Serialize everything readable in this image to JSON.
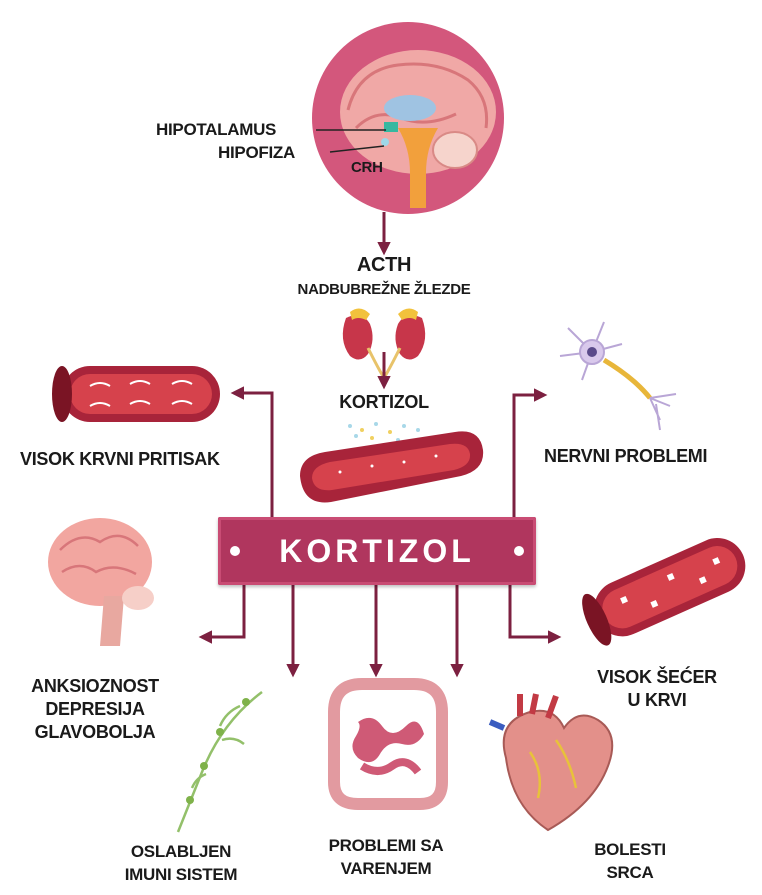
{
  "brain": {
    "hypothalamus": "HIPOTALAMUS",
    "pituitary": "HIPOFIZA",
    "crh": "CRH"
  },
  "flow": {
    "acth": "ACTH",
    "adrenal": "NADBUBREŽNE ŽLEZDE",
    "cortisol_small": "KORTIZOL"
  },
  "banner": {
    "label": "KORTIZOL"
  },
  "effects": {
    "blood_pressure": "VISOK KRVNI PRITISAK",
    "nerve": "NERVNI PROBLEMI",
    "anxiety": [
      "ANKSIOZNOST",
      "DEPRESIJA",
      "GLAVOBOLJA"
    ],
    "sugar": [
      "VISOK ŠEĆER",
      "U KRVI"
    ],
    "immune": [
      "OSLABLJEN",
      "IMUNI SISTEM"
    ],
    "digestion": [
      "PROBLEMI SA",
      "VARENJEM"
    ],
    "heart": [
      "BOLESTI",
      "SRCA"
    ]
  },
  "colors": {
    "arrow": "#7c2040",
    "banner": "#b0365e",
    "brain_circle": "#d3577c",
    "vessel": "#a8243a"
  }
}
